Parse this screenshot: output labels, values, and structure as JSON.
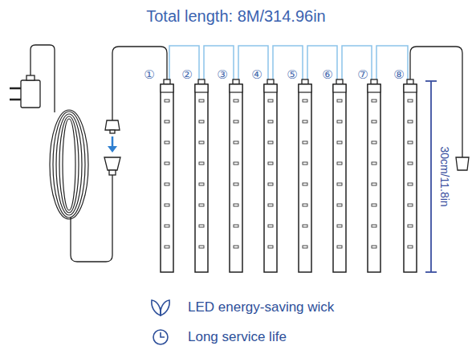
{
  "diagram": {
    "title": "Total length: 8M/314.96in",
    "labels": [
      "①",
      "②",
      "③",
      "④",
      "⑤",
      "⑥",
      "⑦",
      "⑧",
      "30cm/11.8in",
      "LED energy-saving wick",
      "Long service life"
    ]
  }
}
